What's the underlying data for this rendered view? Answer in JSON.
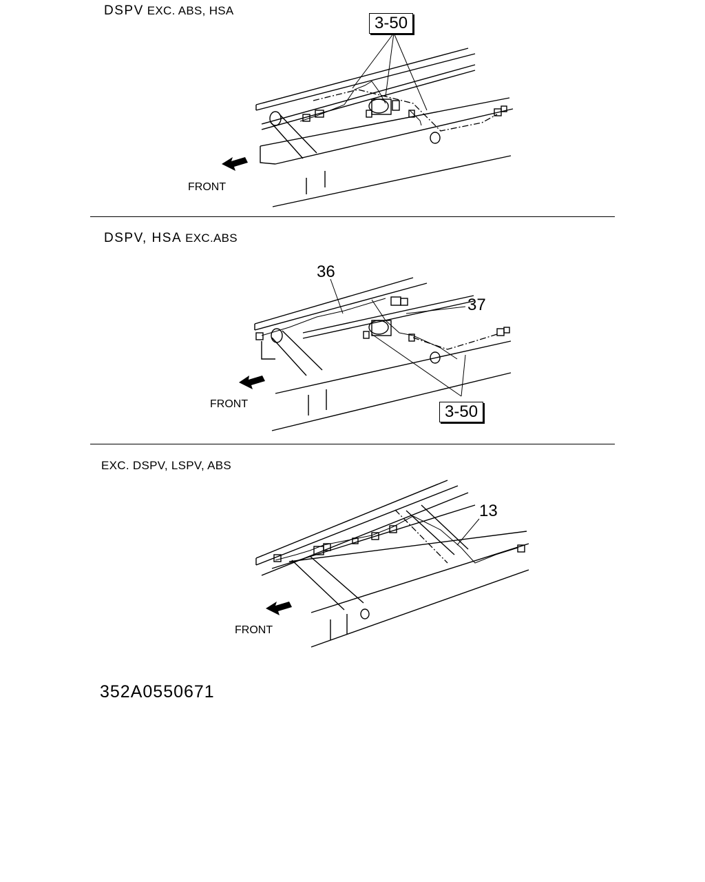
{
  "panels": [
    {
      "heading_main": "DSPV",
      "heading_sub": "EXC. ABS, HSA",
      "front_label": "FRONT",
      "callouts": [
        "3-50"
      ]
    },
    {
      "heading_main": "DSPV, HSA",
      "heading_sub": "EXC.ABS",
      "front_label": "FRONT",
      "callouts": [
        "36",
        "37",
        "3-50"
      ]
    },
    {
      "heading_main": "EXC. DSPV, LSPV, ABS",
      "heading_sub": "",
      "front_label": "FRONT",
      "callouts": [
        "13"
      ]
    }
  ],
  "document_code": "352A0550671"
}
